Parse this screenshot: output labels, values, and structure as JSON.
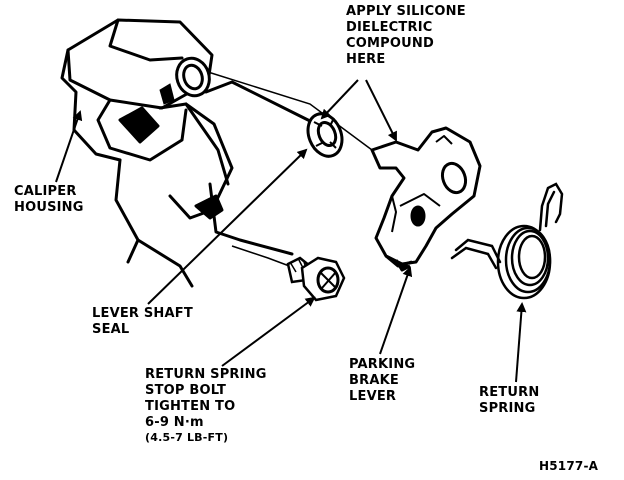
{
  "labels": {
    "apply": [
      "APPLY SILICONE",
      "DIELECTRIC",
      "COMPOUND",
      "HERE"
    ],
    "caliper": [
      "CALIPER",
      "HOUSING"
    ],
    "seal": [
      "LEVER SHAFT",
      "SEAL"
    ],
    "bolt": [
      "RETURN SPRING",
      "STOP BOLT",
      "TIGHTEN TO",
      "6-9 N·m"
    ],
    "bolt_torque_ft": "(4.5-7 LB-FT)",
    "lever": [
      "PARKING",
      "BRAKE",
      "LEVER"
    ],
    "spring": [
      "RETURN",
      "SPRING"
    ],
    "figure_code": "H5177-A"
  }
}
